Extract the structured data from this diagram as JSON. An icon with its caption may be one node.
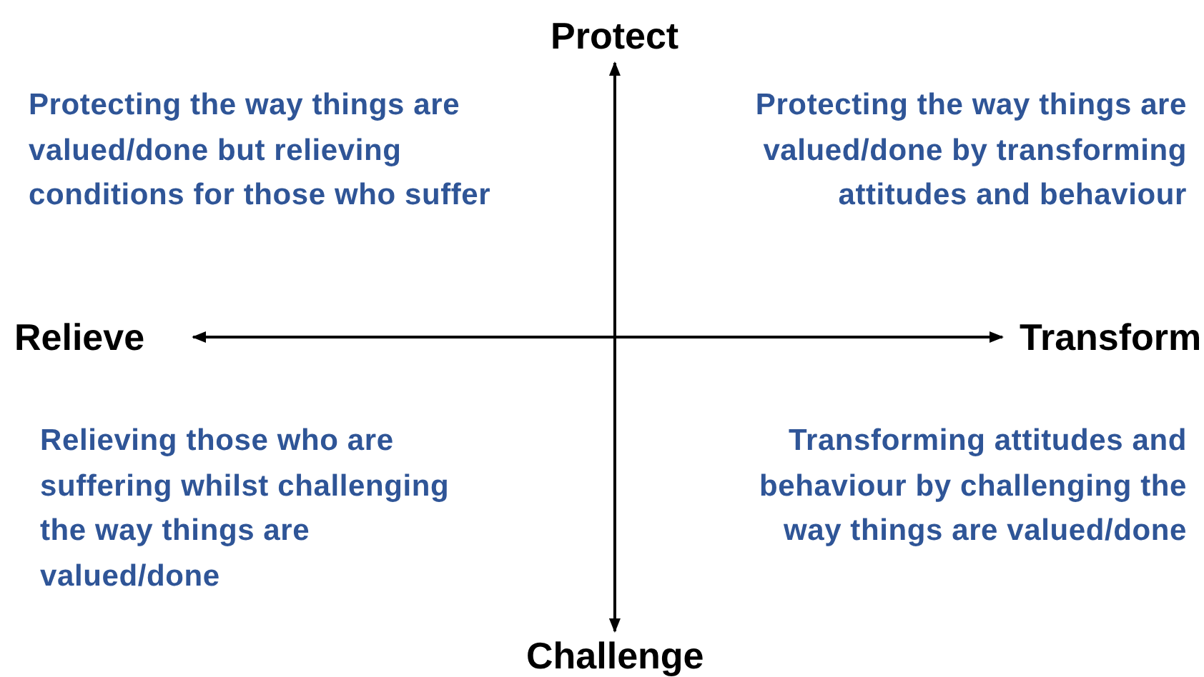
{
  "diagram": {
    "nodes": [
      {
        "text": [
          "Protect"
        ]
      },
      {
        "text": [
          "Relieve"
        ]
      },
      {
        "text": [
          "Transform"
        ]
      },
      {
        "text": [
          "Challenge"
        ]
      }
    ],
    "edges": [
      {
        "from": 0,
        "to": 3,
        "arrow": "both"
      },
      {
        "from": 1,
        "to": 2,
        "arrow": "both"
      }
    ],
    "labels": [
      "Protecting the way things are valued/done but relieving conditions for those who suffer",
      "Protecting the way things are valued/done by transforming attitudes and behaviour",
      "Relieving those who are suffering whilst challenging the way things are valued/done",
      "Transforming attitudes and behaviour by challenging the way things are valued/done"
    ]
  }
}
